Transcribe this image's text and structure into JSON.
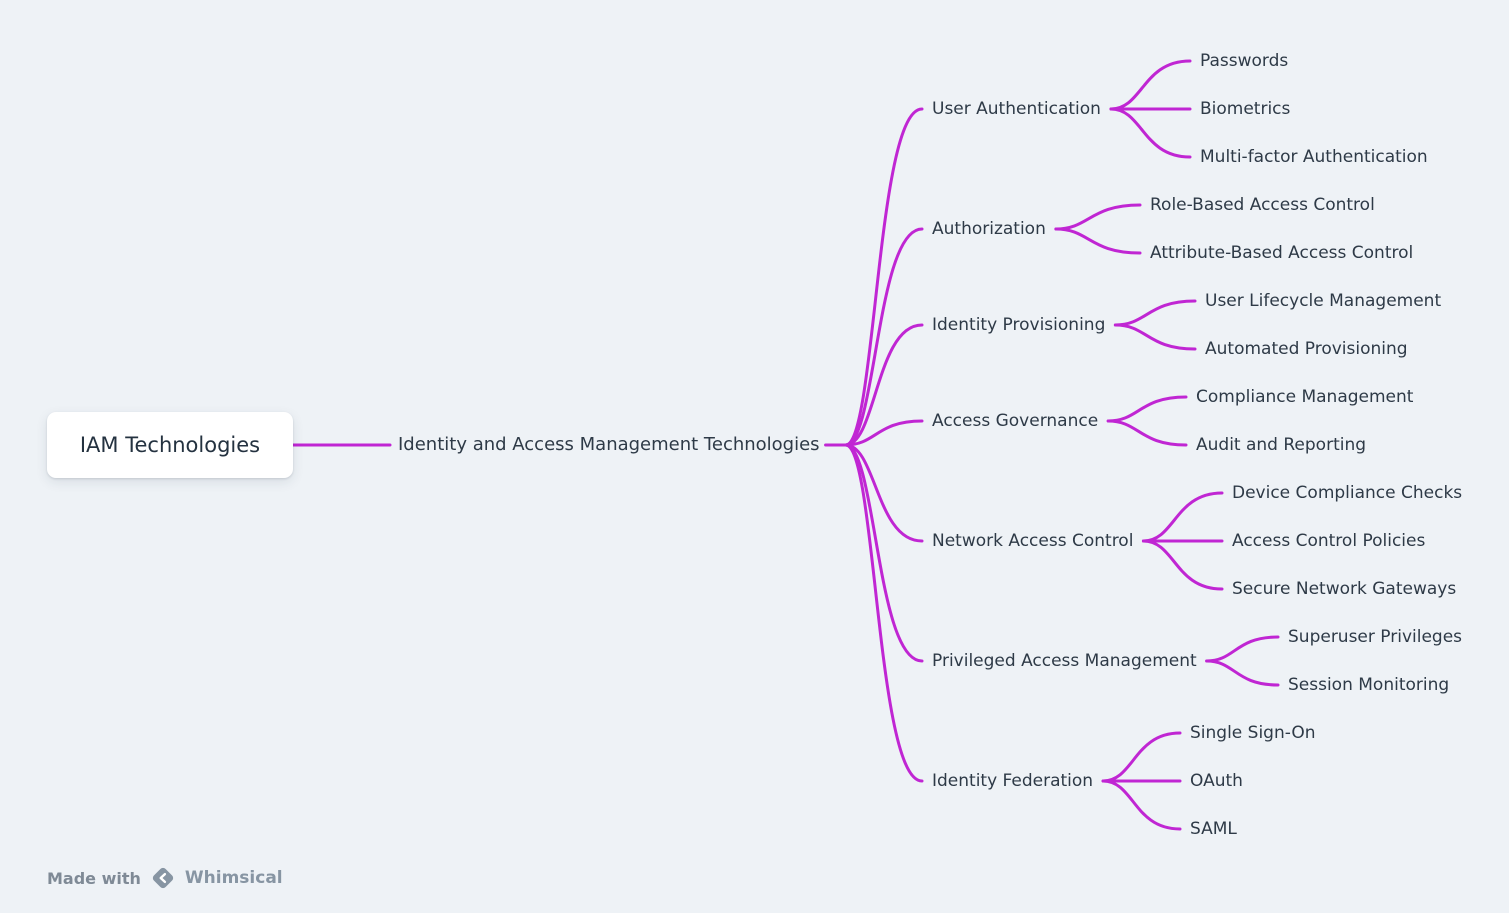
{
  "colors": {
    "background": "#eef2f6",
    "connector": "#c026d3",
    "text": "#2e3a47",
    "watermark": "#8795a3",
    "root_card_bg": "#ffffff"
  },
  "watermark": {
    "made_with": "Made with",
    "brand": "Whimsical"
  },
  "mindmap": {
    "root": {
      "label": "IAM Technologies"
    },
    "center": {
      "label": "Identity and Access Management Technologies"
    },
    "branches": [
      {
        "label": "User Authentication",
        "children": [
          {
            "label": "Passwords"
          },
          {
            "label": "Biometrics"
          },
          {
            "label": "Multi-factor Authentication"
          }
        ]
      },
      {
        "label": "Authorization",
        "children": [
          {
            "label": "Role-Based Access Control"
          },
          {
            "label": "Attribute-Based Access Control"
          }
        ]
      },
      {
        "label": "Identity Provisioning",
        "children": [
          {
            "label": "User Lifecycle Management"
          },
          {
            "label": "Automated Provisioning"
          }
        ]
      },
      {
        "label": "Access Governance",
        "children": [
          {
            "label": "Compliance Management"
          },
          {
            "label": "Audit and Reporting"
          }
        ]
      },
      {
        "label": "Network Access Control",
        "children": [
          {
            "label": "Device Compliance Checks"
          },
          {
            "label": "Access Control Policies"
          },
          {
            "label": "Secure Network Gateways"
          }
        ]
      },
      {
        "label": "Privileged Access Management",
        "children": [
          {
            "label": "Superuser Privileges"
          },
          {
            "label": "Session Monitoring"
          }
        ]
      },
      {
        "label": "Identity Federation",
        "children": [
          {
            "label": "Single Sign-On"
          },
          {
            "label": "OAuth"
          },
          {
            "label": "SAML"
          }
        ]
      }
    ]
  }
}
